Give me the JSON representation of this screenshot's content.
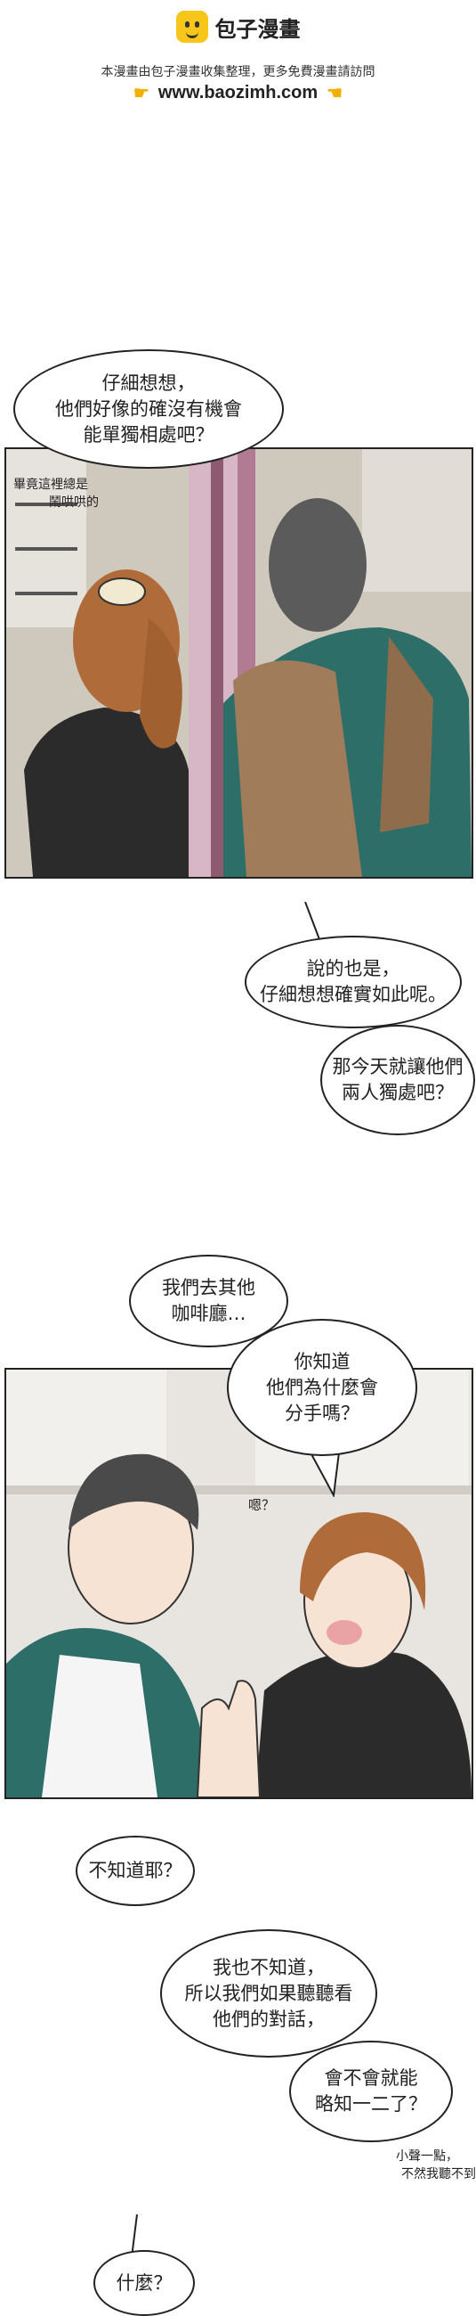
{
  "header": {
    "site_name": "包子漫畫",
    "subtitle": "本漫畫由包子漫畫收集整理，更多免費漫畫請訪問",
    "url": "www.baozimh.com"
  },
  "bubbles": {
    "b1": [
      "仔細想想，",
      "他們好像的確沒有機會",
      "能單獨相處吧？"
    ],
    "b2": [
      "說的也是，",
      "仔細想想確實如此呢。"
    ],
    "b3": [
      "那今天就讓他們",
      "兩人獨處吧？"
    ],
    "b4": [
      "我們去其他",
      "咖啡廳…"
    ],
    "b5": [
      "你知道",
      "他們為什麼會",
      "分手嗎？"
    ],
    "b6": [
      "不知道耶？"
    ],
    "b7": [
      "我也不知道，",
      "所以我們如果聽聽看",
      "他們的對話，"
    ],
    "b8": [
      "會不會就能",
      "略知一二了？"
    ],
    "b9": [
      "什麼？"
    ]
  },
  "sfx": {
    "panel1_note": [
      "畢竟這裡總是",
      "鬧哄哄的"
    ],
    "hmm": "嗯？",
    "whisper": [
      "小聲一點，",
      "不然我聽不到"
    ]
  }
}
